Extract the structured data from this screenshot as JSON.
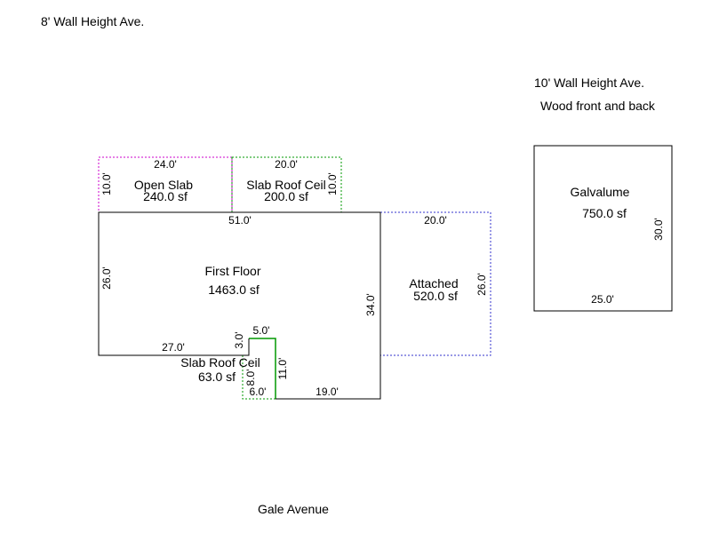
{
  "notes": {
    "wall_height_left": "8' Wall Height Ave.",
    "wall_height_right": "10' Wall Height Ave.",
    "wood_note": "Wood front and back",
    "street": "Gale Avenue"
  },
  "colors": {
    "main": "#000000",
    "open_slab": "#cc00cc",
    "slab_roof": "#009900",
    "attached": "#3333cc"
  },
  "areas": {
    "first_floor": {
      "name": "First Floor",
      "area": "1463.0 sf"
    },
    "open_slab": {
      "name": "Open Slab",
      "area": "240.0 sf"
    },
    "slab_roof_top": {
      "name": "Slab Roof Ceil",
      "area": "200.0 sf"
    },
    "slab_roof_bottom": {
      "name": "Slab Roof Ceil",
      "area": "63.0 sf"
    },
    "attached": {
      "name": "Attached",
      "area": "520.0 sf"
    },
    "galvalume": {
      "name": "Galvalume",
      "area": "750.0 sf"
    }
  },
  "dims": {
    "open_slab_top": "24.0'",
    "open_slab_side": "10.0'",
    "slab_roof_top": "20.0'",
    "slab_roof_side": "10.0'",
    "ff_top": "51.0'",
    "ff_left": "26.0'",
    "ff_bottom_left": "27.0'",
    "notch_left": "3.0'",
    "notch_top": "5.0'",
    "notch_right": "11.0'",
    "ff_bottom_right": "19.0'",
    "ff_right": "34.0'",
    "att_top": "20.0'",
    "att_right": "26.0'",
    "srb_left": "8.0'",
    "srb_bottom": "6.0'",
    "galv_right": "30.0'",
    "galv_bottom": "25.0'"
  }
}
